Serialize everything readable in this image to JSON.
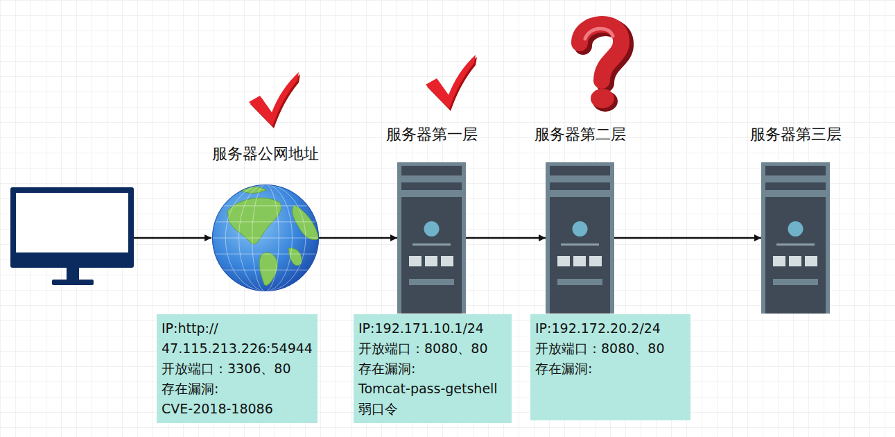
{
  "diagram": {
    "nodes": [
      {
        "text": [
          "服务器公网地址"
        ]
      },
      {
        "text": [
          "服务器第一层"
        ]
      },
      {
        "text": [
          "服务器第二层"
        ]
      },
      {
        "text": [
          "服务器第三层"
        ]
      },
      {
        "text": [
          "IP:http:// 47.115.213.226:54944",
          "开放端口：3306、80",
          "存在漏洞:",
          "CVE-2018-18086"
        ]
      },
      {
        "text": [
          "IP:192.171.10.1/24",
          "开放端口：8080、80",
          "存在漏洞:",
          "Tomcat-pass-getshell",
          "弱口令"
        ]
      },
      {
        "text": [
          "IP:192.172.20.2/24",
          "开放端口：8080、80",
          "存在漏洞:"
        ]
      }
    ],
    "edges": [
      {
        "from": 0,
        "to": 1,
        "arrow": "to"
      },
      {
        "from": 1,
        "to": 2,
        "arrow": "to"
      },
      {
        "from": 2,
        "to": 3,
        "arrow": "to"
      }
    ]
  }
}
